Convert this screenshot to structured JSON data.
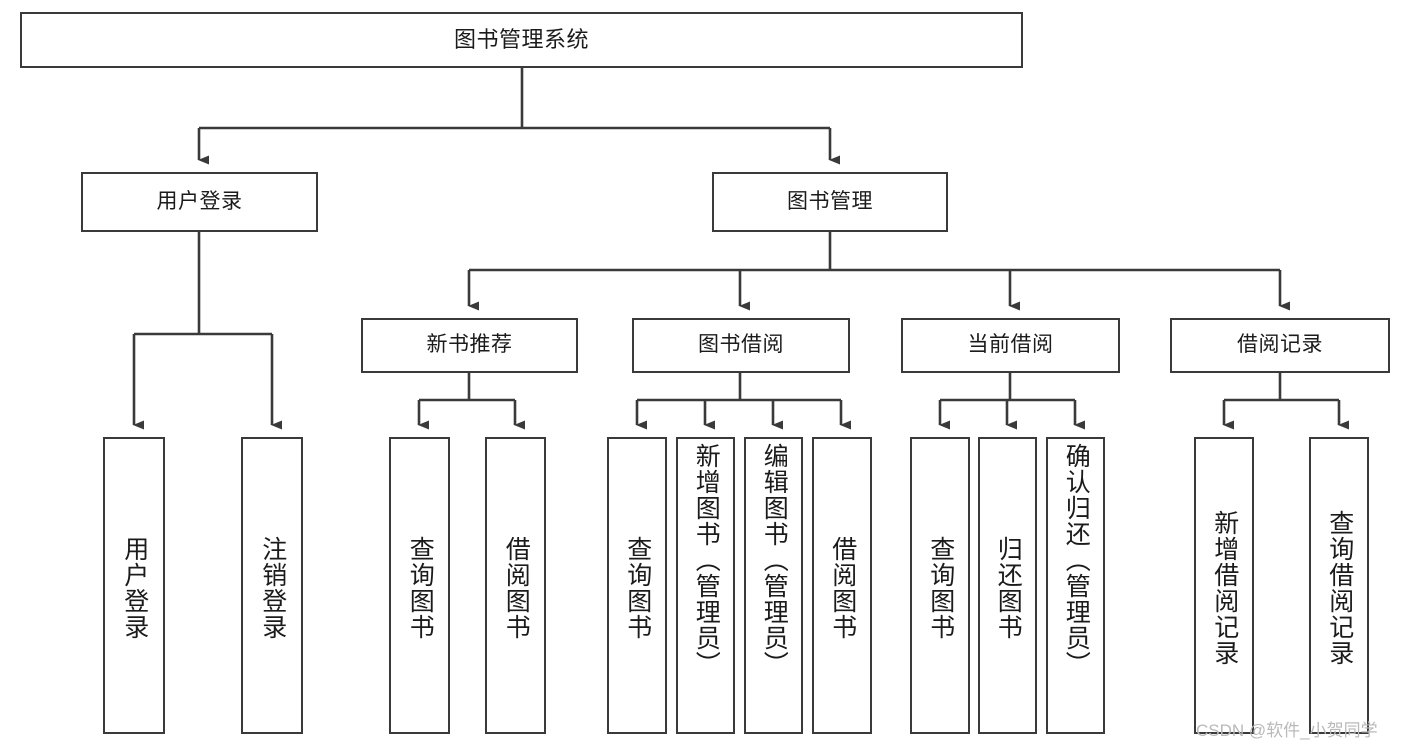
{
  "diagram": {
    "title": "图书管理系统",
    "type": "tree-hierarchy-chart",
    "orientation": "top-down",
    "colors": {
      "box_border": "#3a3a3a",
      "box_fill": "#ffffff",
      "connector": "#3a3a3a",
      "text": "#1b1b1b",
      "watermark": "#b9b9b9",
      "background": "#ffffff"
    }
  },
  "root": {
    "label": "图书管理系统"
  },
  "level2": {
    "user_login": {
      "label": "用户登录"
    },
    "book_manage": {
      "label": "图书管理"
    }
  },
  "level3": {
    "new_book_rec": {
      "label": "新书推荐"
    },
    "book_borrow": {
      "label": "图书借阅"
    },
    "current_borrow": {
      "label": "当前借阅"
    },
    "borrow_record": {
      "label": "借阅记录"
    }
  },
  "leaves": {
    "user_login": [
      {
        "label": "用户登录"
      },
      {
        "label": "注销登录"
      }
    ],
    "new_book_rec": [
      {
        "label": "查询图书"
      },
      {
        "label": "借阅图书"
      }
    ],
    "book_borrow": [
      {
        "label": "查询图书"
      },
      {
        "label": "新增图书（管理员）"
      },
      {
        "label": "编辑图书（管理员）"
      },
      {
        "label": "借阅图书"
      }
    ],
    "current_borrow": [
      {
        "label": "查询图书"
      },
      {
        "label": "归还图书"
      },
      {
        "label": "确认归还（管理员）"
      }
    ],
    "borrow_record": [
      {
        "label": "新增借阅记录"
      },
      {
        "label": "查询借阅记录"
      }
    ]
  },
  "watermark": {
    "text": "CSDN @软件_小贺同学"
  }
}
